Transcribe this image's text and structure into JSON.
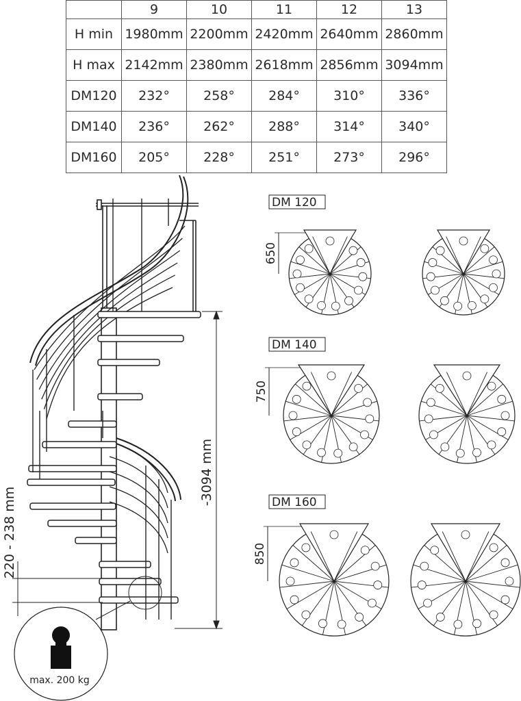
{
  "table": {
    "columns": [
      "",
      "9",
      "10",
      "11",
      "12",
      "13"
    ],
    "rows": [
      {
        "label": "H min",
        "values": [
          "1980mm",
          "2200mm",
          "2420mm",
          "2640mm",
          "2860mm"
        ]
      },
      {
        "label": "H max",
        "values": [
          "2142mm",
          "2380mm",
          "2618mm",
          "2856mm",
          "3094mm"
        ]
      },
      {
        "label": "DM120",
        "values": [
          "232°",
          "258°",
          "284°",
          "310°",
          "336°"
        ]
      },
      {
        "label": "DM140",
        "values": [
          "236°",
          "262°",
          "288°",
          "314°",
          "340°"
        ]
      },
      {
        "label": "DM160",
        "values": [
          "205°",
          "228°",
          "251°",
          "273°",
          "296°"
        ]
      }
    ]
  },
  "stair": {
    "height_label": "-3094 mm",
    "step_rise_label": "220 - 238 mm",
    "load_label": "max. 200 kg"
  },
  "plans": [
    {
      "title": "DM 120",
      "dimension": "650"
    },
    {
      "title": "DM 140",
      "dimension": "750"
    },
    {
      "title": "DM 160",
      "dimension": "850"
    }
  ]
}
